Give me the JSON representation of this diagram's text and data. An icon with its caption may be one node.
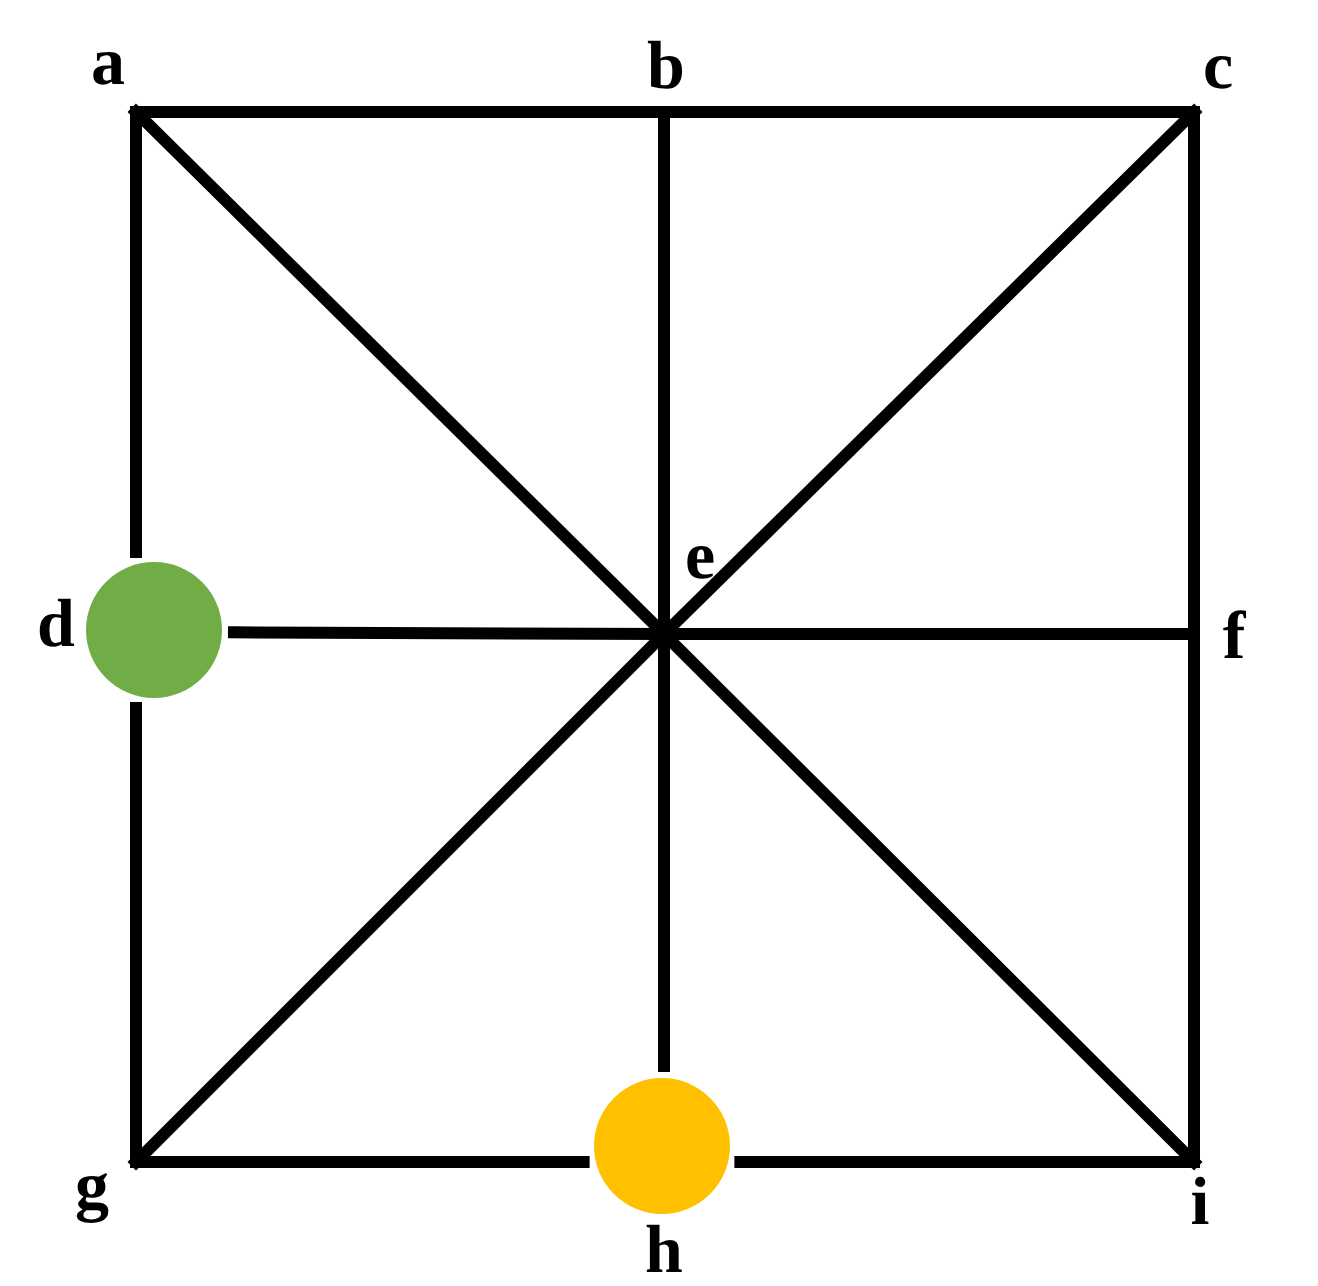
{
  "diagram": {
    "nodes": [
      {
        "text": [
          "a"
        ]
      },
      {
        "text": [
          "b"
        ]
      },
      {
        "text": [
          "c"
        ]
      },
      {
        "text": [],
        "shape": "circle",
        "beside": [
          "d"
        ]
      },
      {
        "text": [
          "e"
        ]
      },
      {
        "text": [
          "f"
        ]
      },
      {
        "text": [
          "g"
        ]
      },
      {
        "text": [],
        "shape": "circle",
        "beside": [
          "h"
        ]
      },
      {
        "text": [
          "i"
        ]
      }
    ],
    "edges": [
      {
        "from": 0,
        "to": 1,
        "arrow": "none"
      },
      {
        "from": 1,
        "to": 2,
        "arrow": "none"
      },
      {
        "from": 0,
        "to": 3,
        "arrow": "none"
      },
      {
        "from": 3,
        "to": 6,
        "arrow": "none"
      },
      {
        "from": 2,
        "to": 5,
        "arrow": "none"
      },
      {
        "from": 5,
        "to": 8,
        "arrow": "none"
      },
      {
        "from": 6,
        "to": 7,
        "arrow": "none"
      },
      {
        "from": 7,
        "to": 8,
        "arrow": "none"
      },
      {
        "from": 0,
        "to": 4,
        "arrow": "none"
      },
      {
        "from": 1,
        "to": 4,
        "arrow": "none"
      },
      {
        "from": 2,
        "to": 4,
        "arrow": "none"
      },
      {
        "from": 3,
        "to": 4,
        "arrow": "none"
      },
      {
        "from": 4,
        "to": 5,
        "arrow": "none"
      },
      {
        "from": 4,
        "to": 6,
        "arrow": "none"
      },
      {
        "from": 4,
        "to": 7,
        "arrow": "none"
      },
      {
        "from": 4,
        "to": 8,
        "arrow": "none"
      }
    ]
  }
}
